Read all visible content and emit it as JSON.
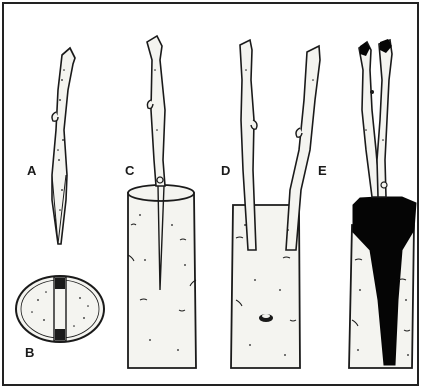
{
  "figure": {
    "frame_color": "#222222",
    "ink_color": "#1a1a1a",
    "wood_color": "#f4f4f0",
    "wax_color": "#050505",
    "labels": {
      "a": "A",
      "b": "B",
      "c": "C",
      "d": "D",
      "e": "E"
    }
  }
}
